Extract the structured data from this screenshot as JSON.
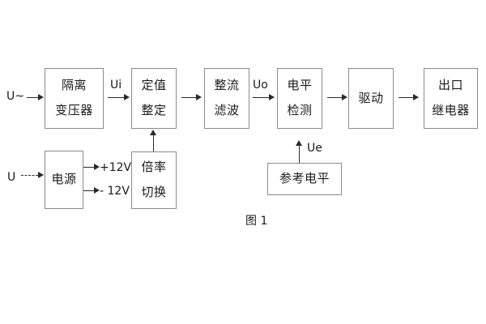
{
  "figure": {
    "caption": "图 1",
    "border_color": "#8a8a8a",
    "line_color": "#2b2b2b",
    "text_color": "#1a1a1a",
    "background": "#ffffff"
  },
  "inputs": {
    "ac_source_label": "U~",
    "dc_source_label": "U"
  },
  "signals": {
    "ui_label": "Ui",
    "uo_label": "Uo",
    "ue_label": "Ue"
  },
  "rails": {
    "positive_label": "+12V",
    "negative_label": "- 12V"
  },
  "blocks": [
    {
      "id": "isolation-transformer",
      "lines": [
        "隔离",
        "变压器"
      ]
    },
    {
      "id": "setpoint-adjust",
      "lines": [
        "定值",
        "整定"
      ]
    },
    {
      "id": "rectify-filter",
      "lines": [
        "整流",
        "滤波"
      ]
    },
    {
      "id": "level-detect",
      "lines": [
        "电平",
        "检测"
      ]
    },
    {
      "id": "drive",
      "lines": [
        "驱动"
      ]
    },
    {
      "id": "output-relay",
      "lines": [
        "出口",
        "继电器"
      ]
    },
    {
      "id": "power-supply",
      "lines": [
        "电源"
      ]
    },
    {
      "id": "multiplier-switch",
      "lines": [
        "倍率",
        "切换"
      ]
    },
    {
      "id": "reference-level",
      "lines": [
        "参考电平"
      ]
    }
  ]
}
